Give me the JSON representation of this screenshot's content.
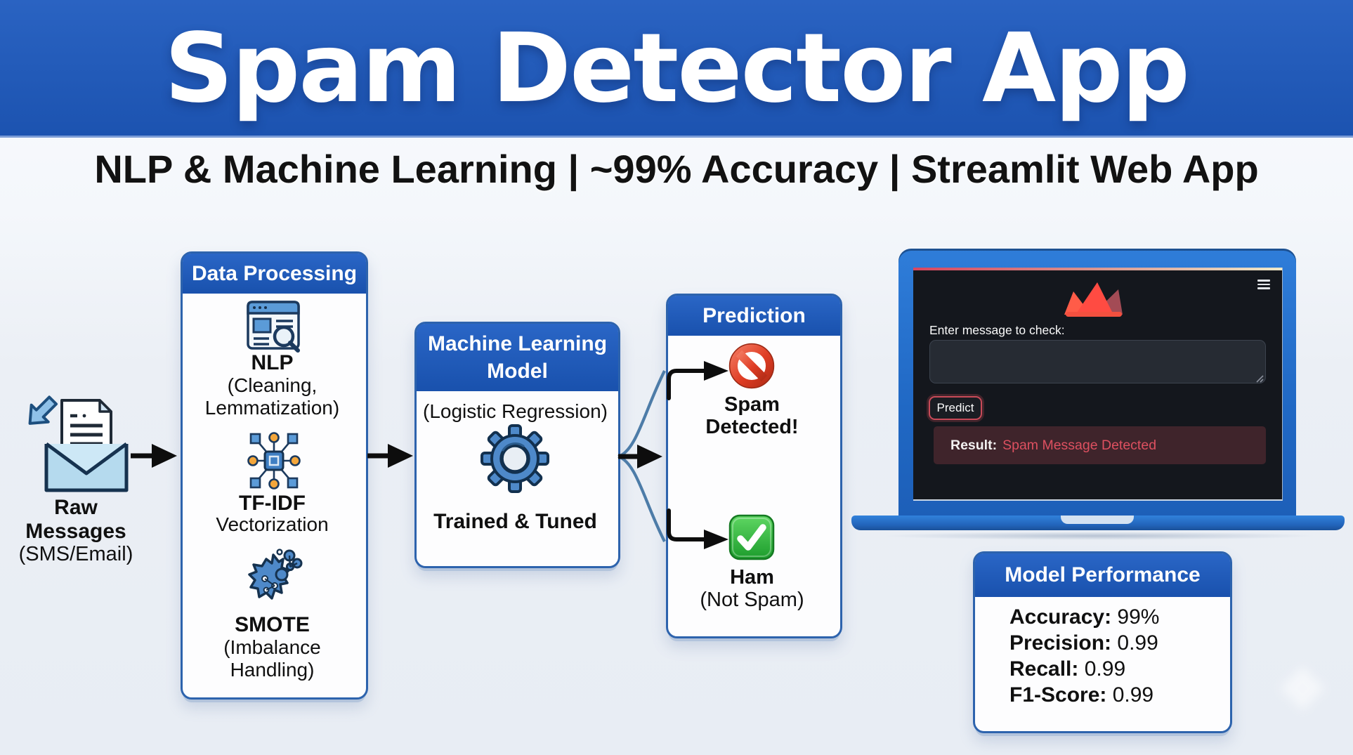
{
  "title": "Spam Detector App",
  "subtitle": "NLP & Machine Learning | ~99% Accuracy | Streamlit Web App",
  "colors": {
    "banner_blue": "#1c53b0",
    "panel_header_blue": "#1d58b6",
    "panel_border_blue": "#2d63ad",
    "laptop_blue": "#2272d2",
    "screen_dark": "#14171d",
    "accent_red": "#c84a58",
    "result_bg": "#3f242b",
    "result_text_red": "#dd5060",
    "success_green": "#27a834",
    "prohibit_red": "#d93a2b",
    "icon_blue": "#4e89c9",
    "node_orange": "#f3a63b"
  },
  "icons": [
    "inbox-arrow-icon",
    "envelope-message-icon",
    "document-search-icon",
    "vector-network-icon",
    "smote-cluster-icon",
    "gear-icon",
    "prohibition-icon",
    "check-mark-icon",
    "streamlit-logo",
    "hamburger-menu-icon",
    "resize-handle-icon"
  ],
  "raw_input": {
    "line1": "Raw",
    "line2": "Messages",
    "line3": "(SMS/Email)"
  },
  "data_processing": {
    "header": "Data Processing",
    "steps": [
      {
        "icon": "document-search-icon",
        "title": "NLP",
        "line1": "(Cleaning,",
        "line2": "Lemmatization)"
      },
      {
        "icon": "vector-network-icon",
        "title": "TF-IDF",
        "line1": "Vectorization"
      },
      {
        "icon": "smote-cluster-icon",
        "title": "SMOTE",
        "line1": "(Imbalance",
        "line2": "Handling)"
      }
    ]
  },
  "ml_model": {
    "header_line1": "Machine Learning",
    "header_line2": "Model",
    "algorithm": "(Logistic Regression)",
    "icon": "gear-icon",
    "caption": "Trained & Tuned"
  },
  "prediction": {
    "header": "Prediction",
    "spam": {
      "icon": "prohibition-icon",
      "line1": "Spam",
      "line2": "Detected!"
    },
    "ham": {
      "icon": "check-mark-icon",
      "line1": "Ham",
      "line2": "(Not Spam)"
    }
  },
  "app_window": {
    "logo": "streamlit-logo",
    "menu_icon": "hamburger-menu-icon",
    "input_label": "Enter message to check:",
    "input_value": "",
    "predict_button": "Predict",
    "result_label": "Result:",
    "result_value": "Spam Message Detected"
  },
  "performance": {
    "header": "Model Performance",
    "metrics": [
      {
        "label": "Accuracy:",
        "value": "99%"
      },
      {
        "label": "Precision:",
        "value": "0.99"
      },
      {
        "label": "Recall:",
        "value": "0.99"
      },
      {
        "label": "F1-Score:",
        "value": "0.99"
      }
    ]
  }
}
